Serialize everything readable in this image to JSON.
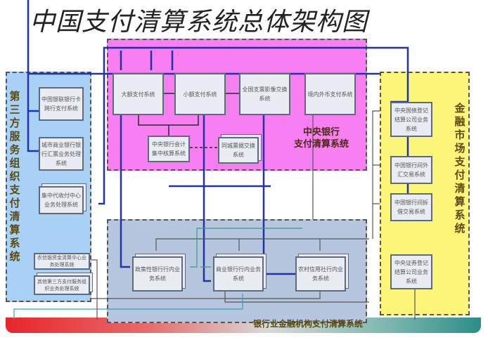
{
  "title": "中国支付清算系统总体架构图",
  "regions": {
    "central": {
      "label": "中央银行\n支付清算系统",
      "color": "#f77ff2"
    },
    "third_party": {
      "label": "第三方服务组织支付清算系统",
      "color": "#a9d0f5"
    },
    "market": {
      "label": "金融市场支付清算系统",
      "color": "#fbf57a"
    },
    "banking": {
      "label": "银行业金融机构支付清算系统",
      "color": "#b7c6df"
    }
  },
  "central_systems": [
    "大额支付系统",
    "小额支付系统",
    "全国支票影像交换系统",
    "境内外币支付系统",
    "中央银行会计集中核算系统",
    "同城票据交换系统"
  ],
  "third_party_systems": [
    "中国银联银行卡跨行支付系统",
    "城市商业银行银行汇票业务处理系统",
    "集中代收付中心业务处理系统",
    "农信银资金清算中心业务处理系统",
    "其他第三方支付服务组织业务处理系统"
  ],
  "market_systems": [
    "中央国债登记结算公司业务系统",
    "中国银行间外汇交易系统",
    "中国银行间拆借交易系统",
    "中央证券登记结算公司业务系统"
  ],
  "bank_systems": [
    "政策性银行行内业务系统",
    "商业银行行内业务系统",
    "农村信用社行内业务系统"
  ]
}
